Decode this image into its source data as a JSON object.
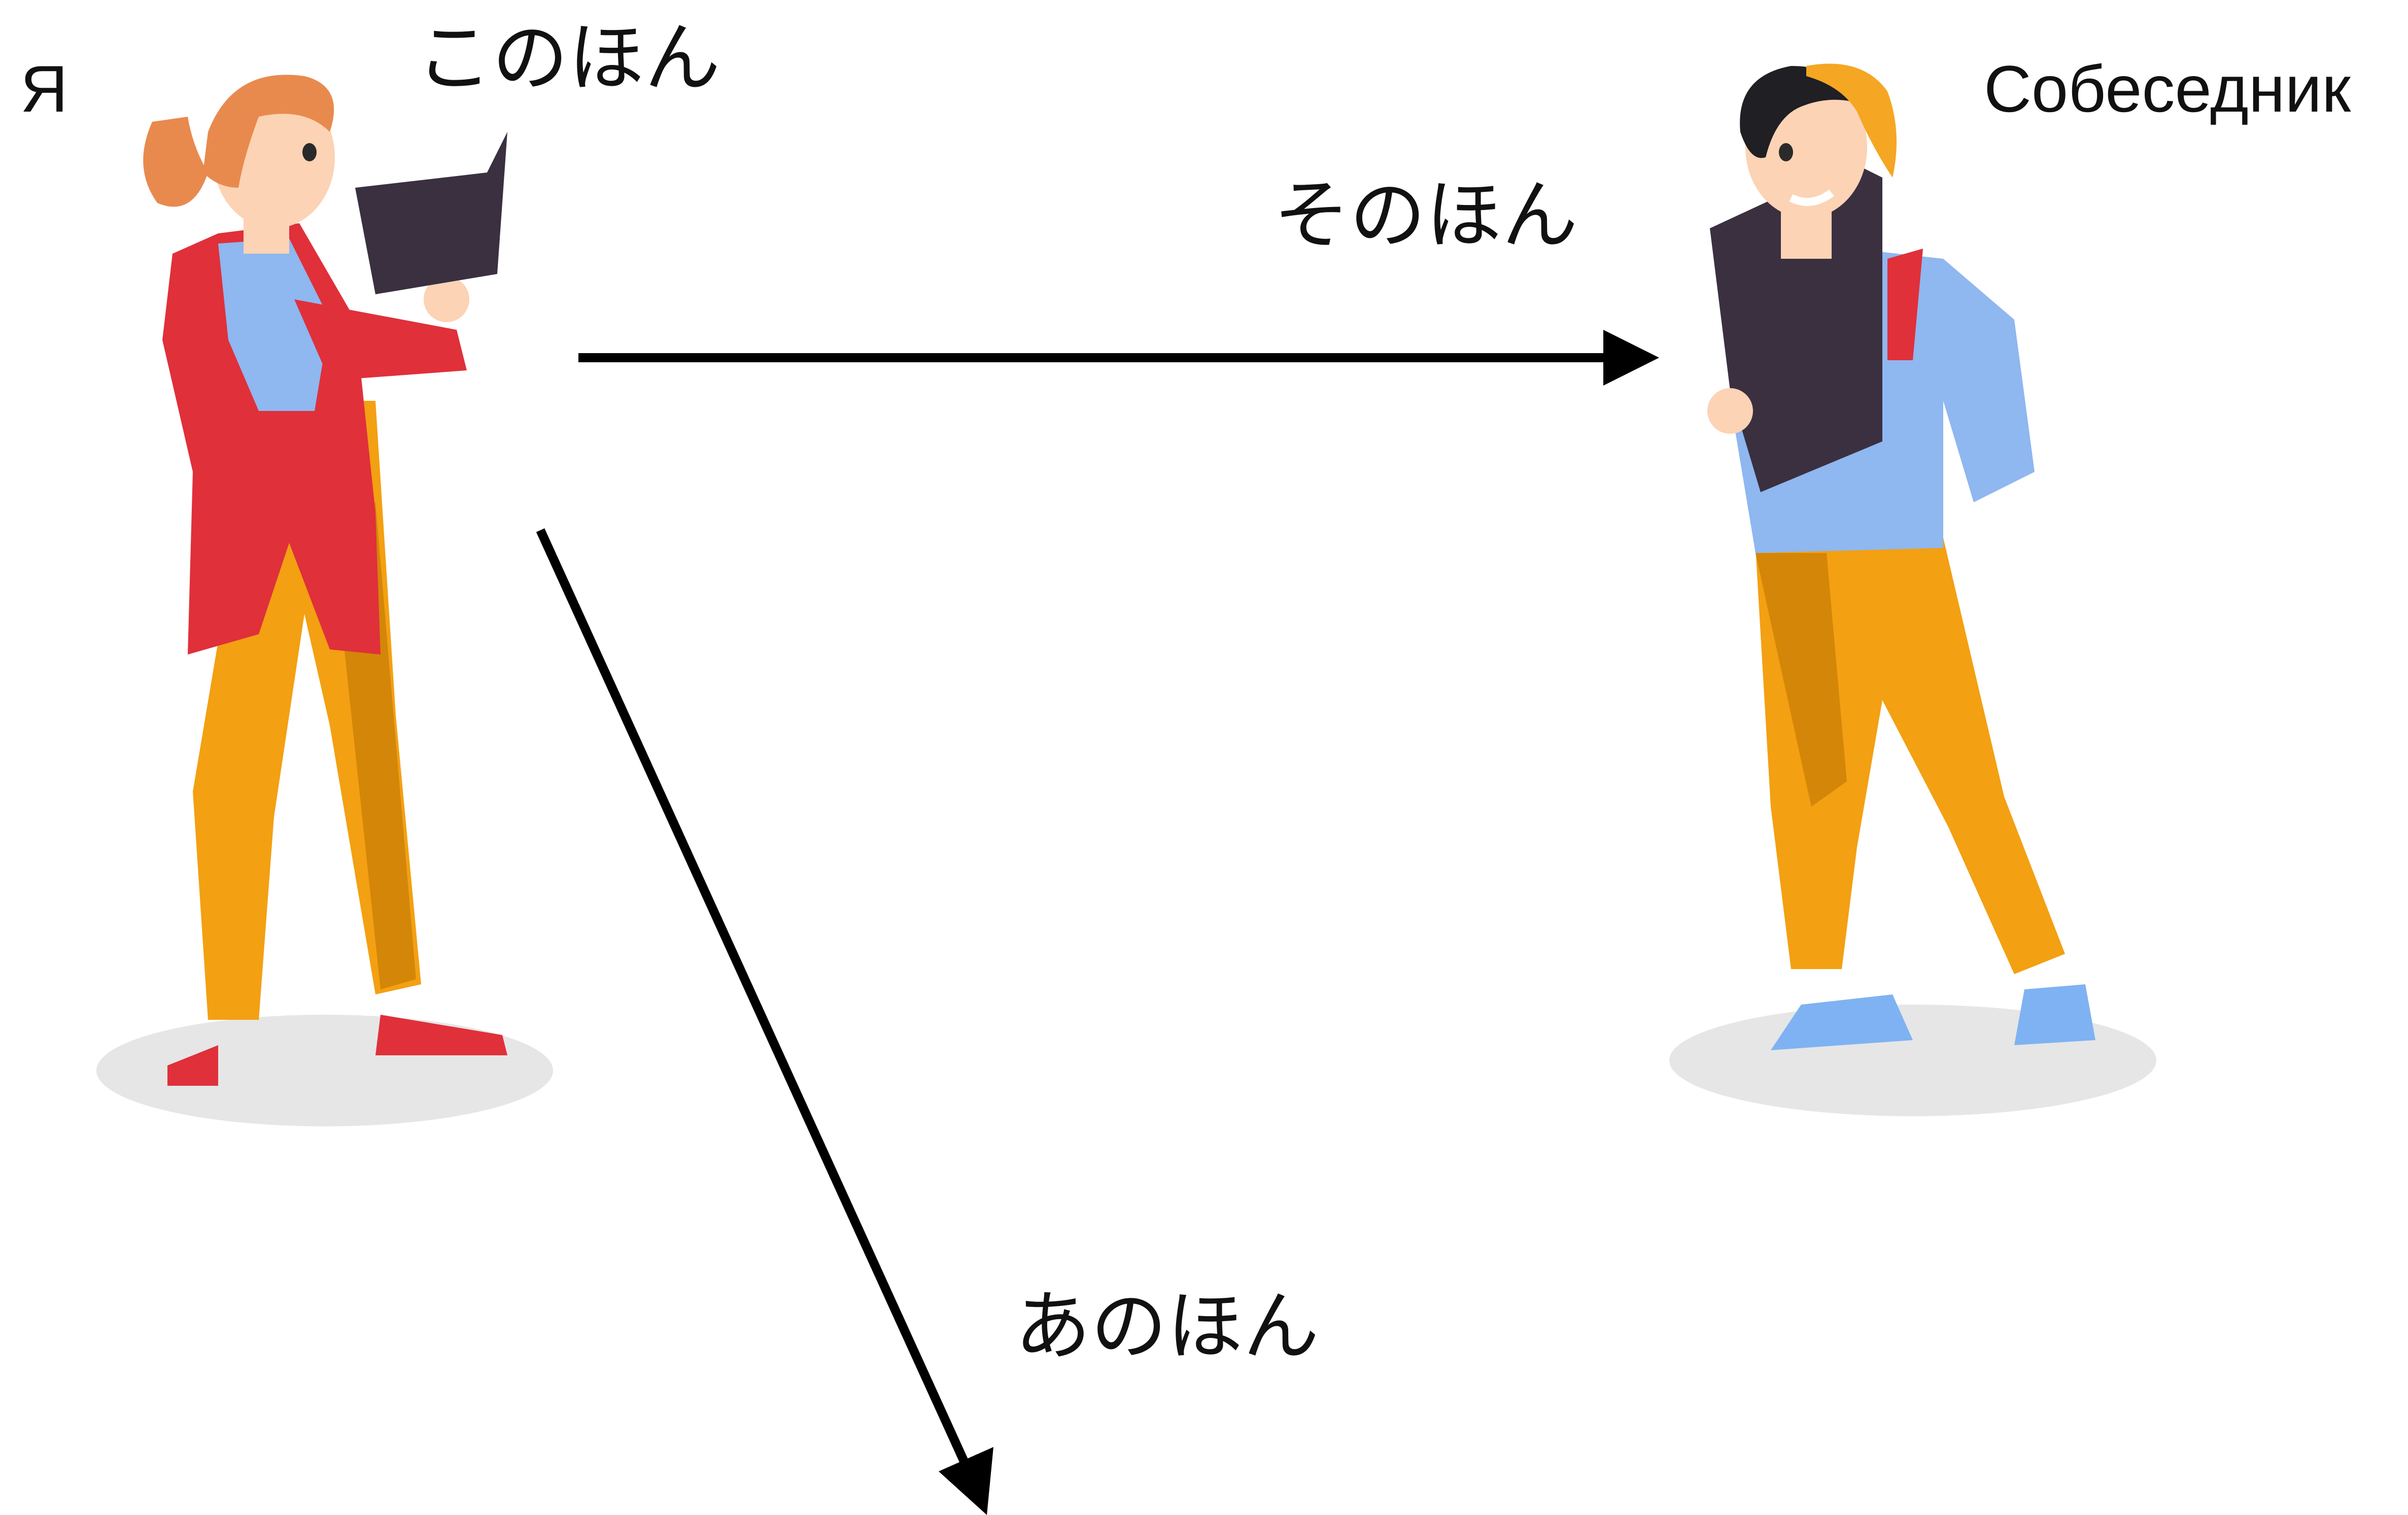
{
  "labels": {
    "me": "Я",
    "partner": "Собеседник",
    "kono": "このほん",
    "sono": "そのほん",
    "ano": "あのほん"
  },
  "colors": {
    "line": "#000000",
    "red_cardigan": "#e0303a",
    "shirt_blue": "#8fb7f0",
    "pants_orange": "#f3a012",
    "pants_shade": "#d48608",
    "book": "#3a3040",
    "skin": "#fcd3b4",
    "hair_red": "#e88a4e",
    "hair_black": "#1f1f24",
    "hat_orange": "#f5a623",
    "shoe_blue": "#7fb2f2",
    "shadow": "#e6e6e6"
  }
}
